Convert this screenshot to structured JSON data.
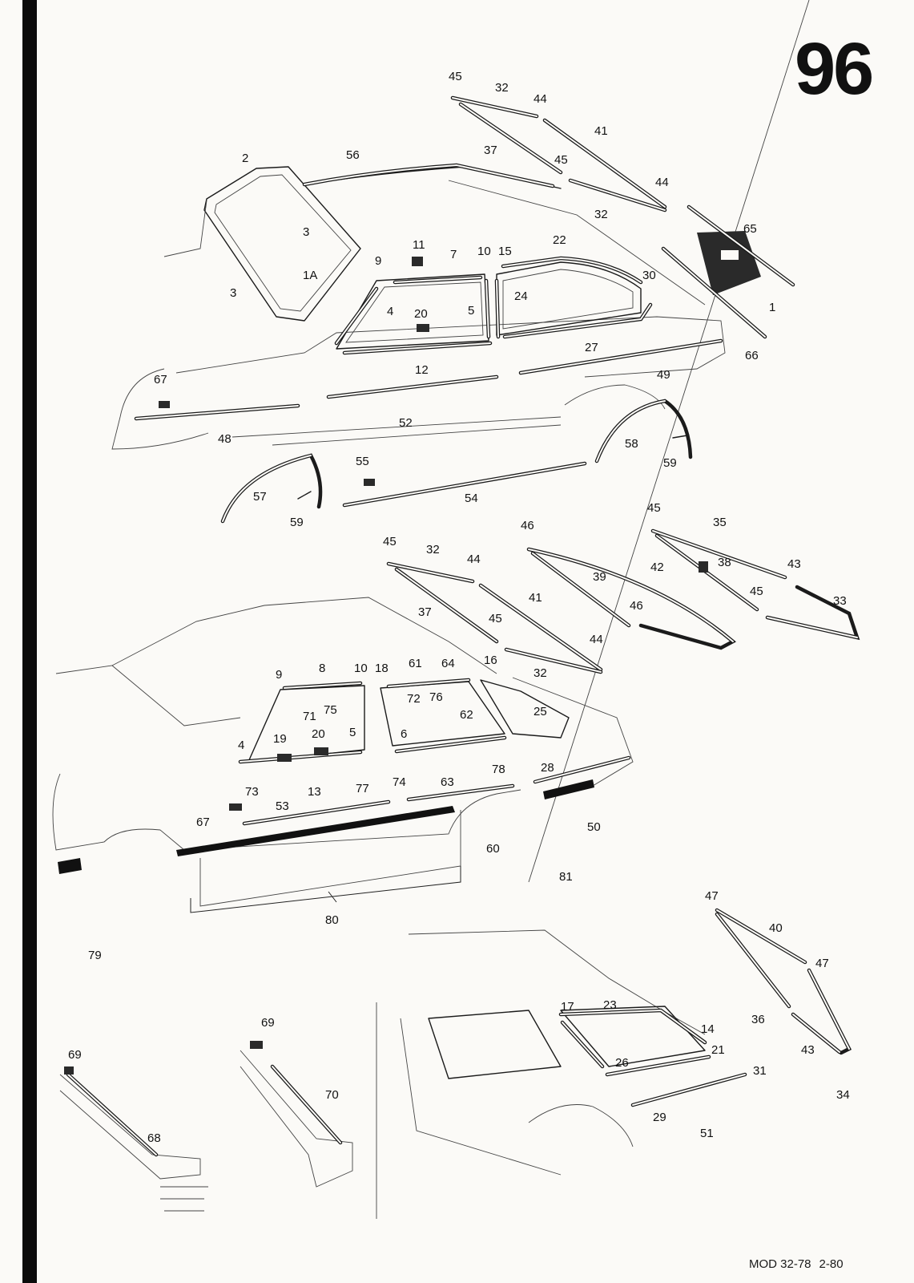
{
  "page_number": "96",
  "document_ref": {
    "model": "MOD 32-78",
    "date": "2-80"
  },
  "callouts": [
    "45",
    "32",
    "44",
    "37",
    "41",
    "45",
    "44",
    "32",
    "56",
    "2",
    "3",
    "1A",
    "3",
    "11",
    "7",
    "10",
    "15",
    "22",
    "30",
    "9",
    "4",
    "20",
    "5",
    "24",
    "12",
    "27",
    "65",
    "1",
    "66",
    "67",
    "48",
    "52",
    "49",
    "58",
    "59",
    "55",
    "54",
    "57",
    "59",
    "45",
    "32",
    "44",
    "46",
    "45",
    "35",
    "43",
    "38",
    "37",
    "41",
    "39",
    "42",
    "45",
    "33",
    "46",
    "45",
    "44",
    "32",
    "9",
    "8",
    "10",
    "18",
    "61",
    "64",
    "16",
    "71",
    "75",
    "72",
    "76",
    "62",
    "25",
    "4",
    "19",
    "20",
    "5",
    "6",
    "73",
    "13",
    "77",
    "74",
    "63",
    "78",
    "28",
    "67",
    "53",
    "60",
    "50",
    "81",
    "79",
    "80",
    "47",
    "40",
    "47",
    "36",
    "43",
    "34",
    "17",
    "23",
    "14",
    "21",
    "26",
    "31",
    "29",
    "51",
    "69",
    "69",
    "70",
    "68"
  ],
  "diagram": {
    "subject": "body side trim mouldings and window seals",
    "views": [
      "coupe",
      "sedan",
      "wagon-rear",
      "bumper-detail"
    ]
  }
}
